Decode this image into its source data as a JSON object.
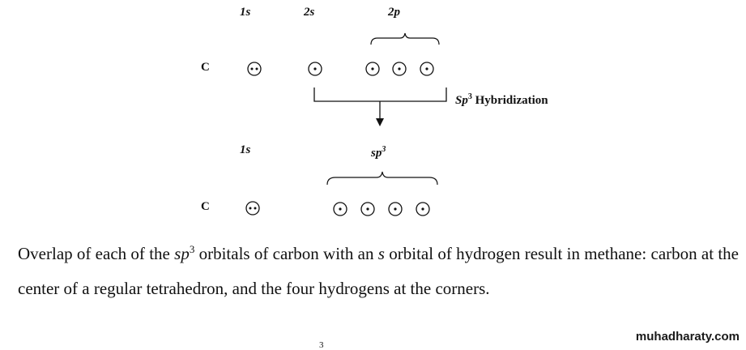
{
  "diagram": {
    "row1": {
      "element": "C",
      "headers": [
        "1s",
        "2s",
        "2p"
      ]
    },
    "hybridization": {
      "prefix": "Sp",
      "superscript": "3",
      "suffix": " Hybridization"
    },
    "row2": {
      "element": "C",
      "headers": [
        "1s",
        "sp"
      ],
      "header_superscript": "3"
    },
    "row1_orbitals": [
      {
        "orbital": "1s",
        "electrons": 2
      },
      {
        "orbital": "2s",
        "electrons": 1
      },
      {
        "orbital": "2p",
        "electrons": 1
      },
      {
        "orbital": "2p",
        "electrons": 1
      },
      {
        "orbital": "2p",
        "electrons": 1
      }
    ],
    "row2_orbitals": [
      {
        "orbital": "1s",
        "electrons": 2
      },
      {
        "orbital": "sp3",
        "electrons": 1
      },
      {
        "orbital": "sp3",
        "electrons": 1
      },
      {
        "orbital": "sp3",
        "electrons": 1
      },
      {
        "orbital": "sp3",
        "electrons": 1
      }
    ]
  },
  "paragraph": {
    "t1": "Overlap of each of the ",
    "t2": "sp",
    "t3": "3",
    "t4": " orbitals of carbon with an ",
    "t5": "s",
    "t6": " orbital of hydrogen result in methane: carbon at the center of a regular tetrahedron, and the four hydrogens at the corners."
  },
  "stray_superscript": "3",
  "watermark": "muhadharaty.com"
}
